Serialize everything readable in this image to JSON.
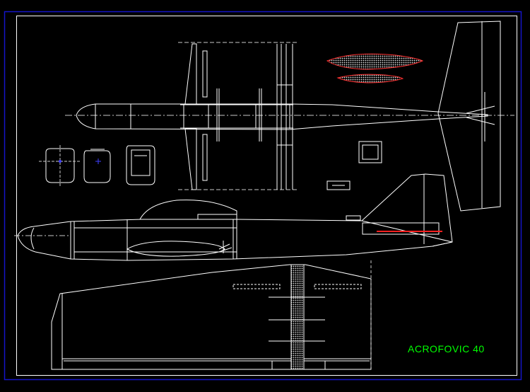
{
  "drawing": {
    "title": "ACROFOVIC 40",
    "colors": {
      "background": "#000000",
      "border": "#1414c8",
      "lines": "#ffffff",
      "centerline": "#c8c8c8",
      "title_text": "#00ff00",
      "accent_red": "#ff2020",
      "marker_blue": "#4040ff"
    },
    "views": [
      "fuselage-top-view",
      "fuselage-side-view",
      "cross-sections",
      "wing-plan-view",
      "tail-fin",
      "airfoil-sections"
    ]
  }
}
